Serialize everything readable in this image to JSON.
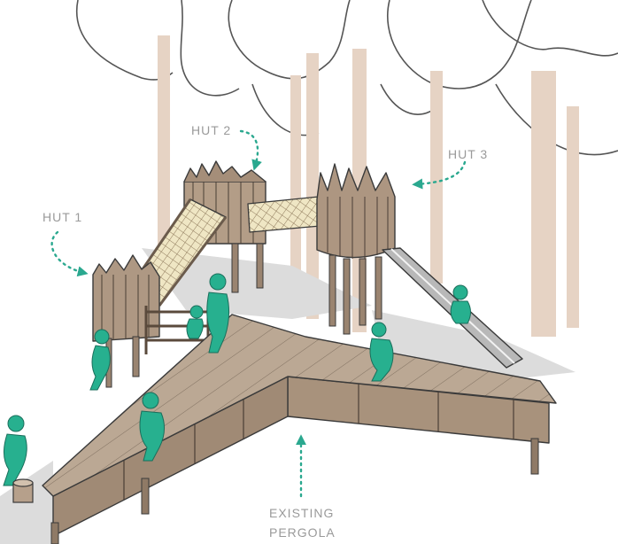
{
  "labels": {
    "hut1": "HUT 1",
    "hut2": "HUT 2",
    "hut3": "HUT 3",
    "pergola_line1": "EXISTING",
    "pergola_line2": "PERGOLA"
  },
  "colors": {
    "accent": "#2aa88f",
    "figure": "#27b08f",
    "wood": "#a8927c",
    "wood_light": "#c9b7a4",
    "deck": "#b9a693",
    "trunk": "#e2cfc0",
    "shadow": "#d8d8d8",
    "net": "#e8dcae"
  },
  "icons": {
    "figure": "child-figure-icon",
    "pointer": "dotted-arrow-icon"
  }
}
